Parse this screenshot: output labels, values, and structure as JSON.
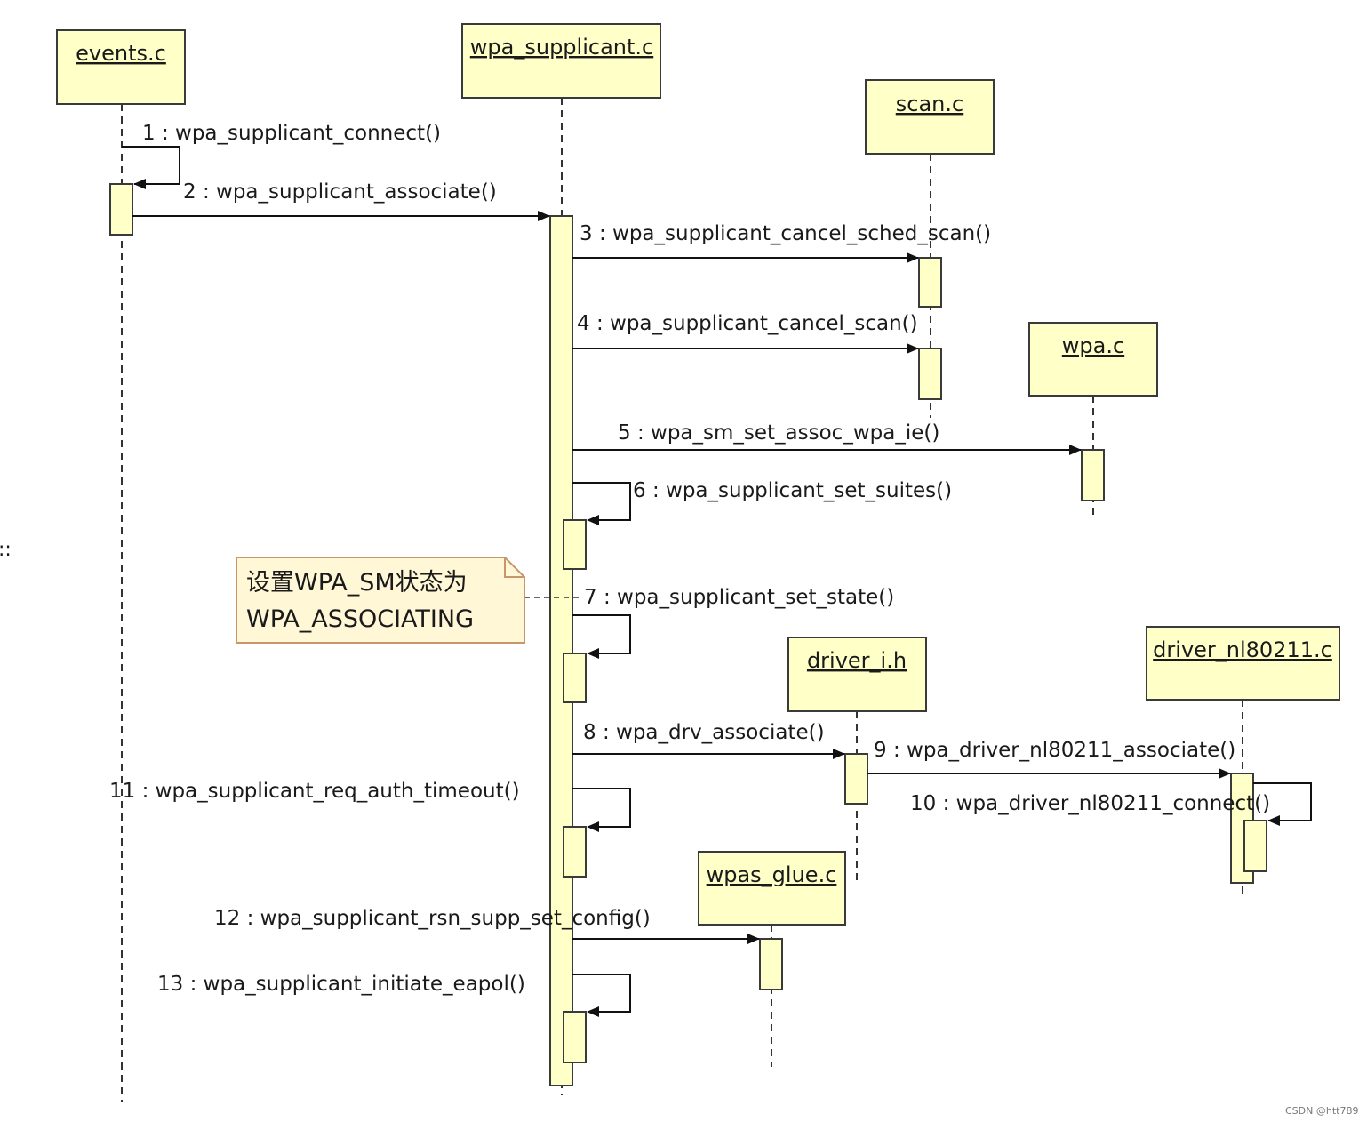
{
  "diagram": {
    "type": "sequence",
    "participants": [
      {
        "id": "events",
        "label": "events.c"
      },
      {
        "id": "wpa_supplicant",
        "label": "wpa_supplicant.c"
      },
      {
        "id": "scan",
        "label": "scan.c"
      },
      {
        "id": "wpa",
        "label": "wpa.c"
      },
      {
        "id": "driver_i",
        "label": "driver_i.h"
      },
      {
        "id": "driver_nl80211",
        "label": "driver_nl80211.c"
      },
      {
        "id": "wpas_glue",
        "label": "wpas_glue.c"
      }
    ],
    "messages": [
      {
        "label": "1 : wpa_supplicant_connect()",
        "from": "events",
        "to": "events"
      },
      {
        "label": "2 : wpa_supplicant_associate()",
        "from": "events",
        "to": "wpa_supplicant"
      },
      {
        "label": "3 : wpa_supplicant_cancel_sched_scan()",
        "from": "wpa_supplicant",
        "to": "scan"
      },
      {
        "label": "4 : wpa_supplicant_cancel_scan()",
        "from": "wpa_supplicant",
        "to": "scan"
      },
      {
        "label": "5 : wpa_sm_set_assoc_wpa_ie()",
        "from": "wpa_supplicant",
        "to": "wpa"
      },
      {
        "label": "6 : wpa_supplicant_set_suites()",
        "from": "wpa_supplicant",
        "to": "wpa_supplicant"
      },
      {
        "label": "7 : wpa_supplicant_set_state()",
        "from": "wpa_supplicant",
        "to": "wpa_supplicant"
      },
      {
        "label": "8 : wpa_drv_associate()",
        "from": "wpa_supplicant",
        "to": "driver_i"
      },
      {
        "label": "9 : wpa_driver_nl80211_associate()",
        "from": "driver_i",
        "to": "driver_nl80211"
      },
      {
        "label": "10 : wpa_driver_nl80211_connect()",
        "from": "driver_nl80211",
        "to": "driver_nl80211"
      },
      {
        "label": "11 : wpa_supplicant_req_auth_timeout()",
        "from": "wpa_supplicant",
        "to": "wpa_supplicant"
      },
      {
        "label": "12 : wpa_supplicant_rsn_supp_set_config()",
        "from": "wpa_supplicant",
        "to": "wpas_glue"
      },
      {
        "label": "13 : wpa_supplicant_initiate_eapol()",
        "from": "wpa_supplicant",
        "to": "wpa_supplicant"
      }
    ],
    "note": {
      "lines": [
        "设置WPA_SM状态为",
        "WPA_ASSOCIATING"
      ],
      "attached_to_message": 7
    },
    "stray_text": "::",
    "watermark": "CSDN @htt789",
    "colors": {
      "box_fill": "#ffffc8",
      "box_stroke": "#3a3a3a",
      "note_fill": "#fff7d6",
      "note_stroke": "#c9956b",
      "line": "#111111"
    }
  }
}
